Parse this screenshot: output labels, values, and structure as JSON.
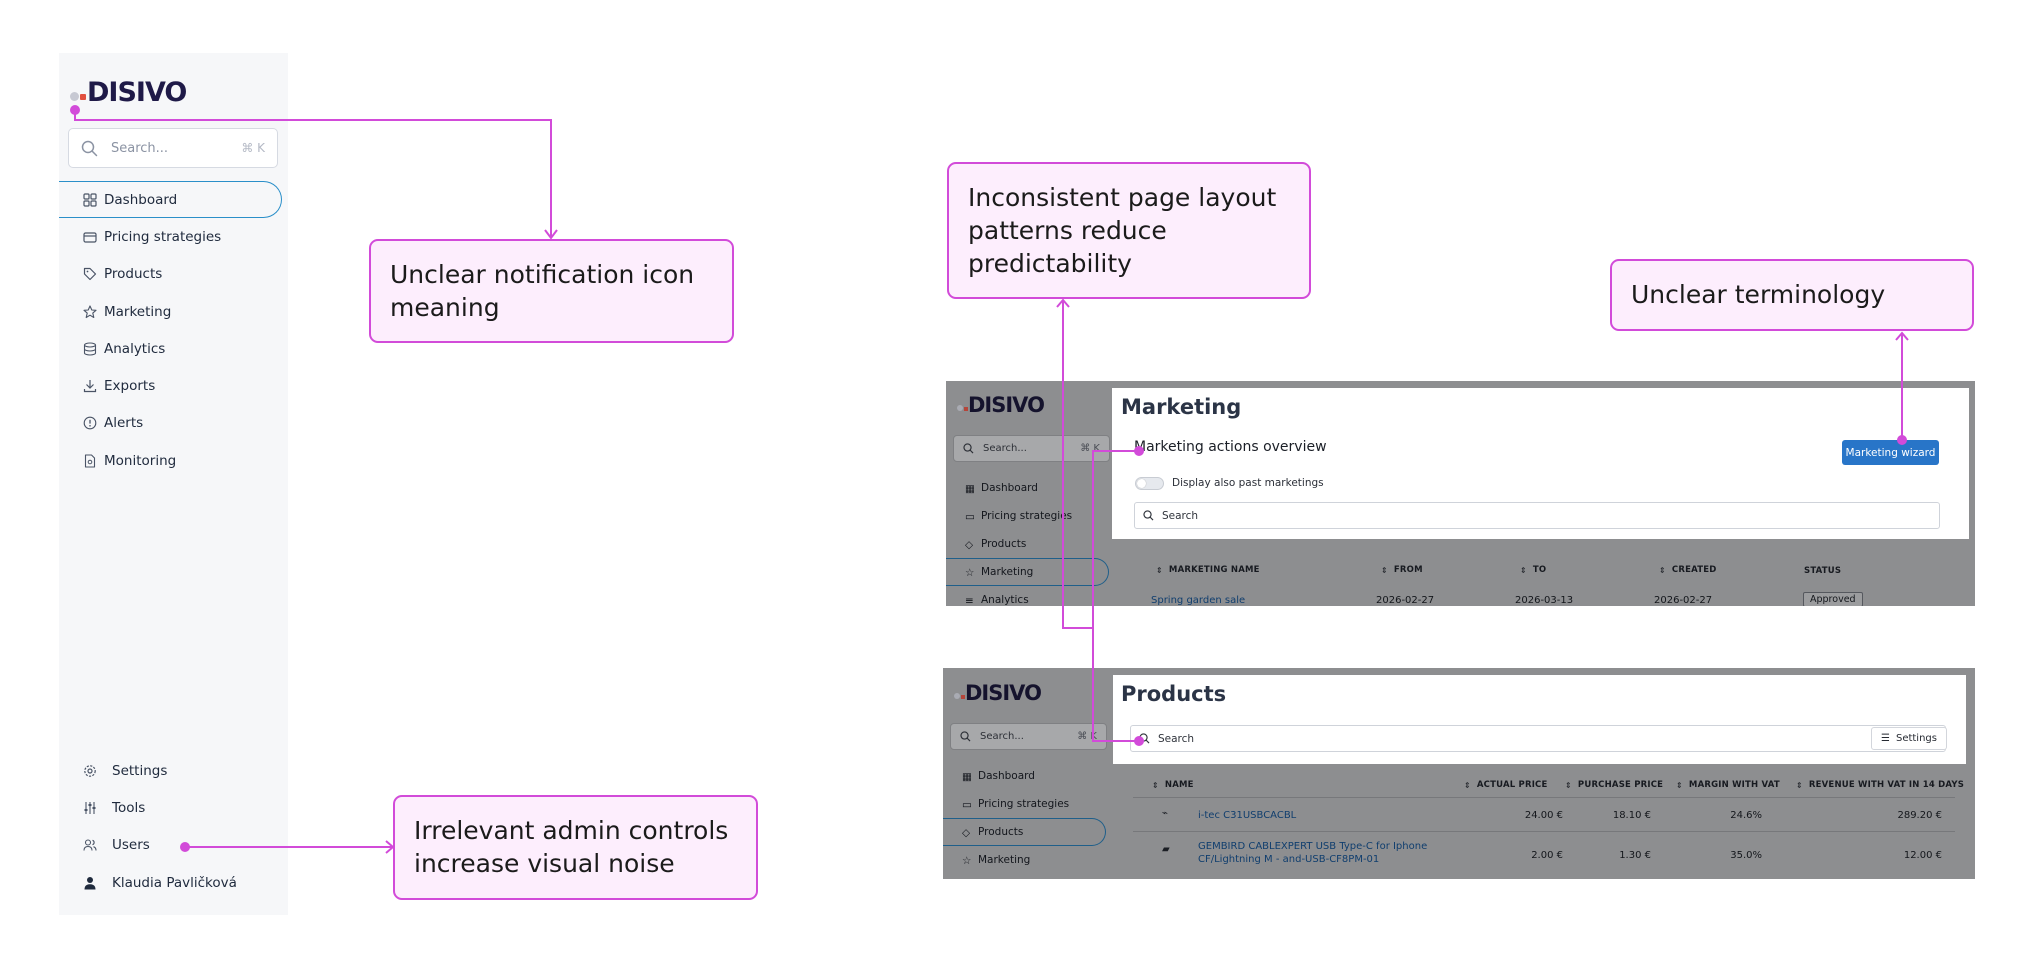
{
  "sidebar": {
    "logo_text": "DISIVO",
    "search_placeholder": "Search...",
    "search_shortcut": "⌘ K",
    "items": [
      {
        "label": "Dashboard",
        "icon": "grid-icon",
        "active": true
      },
      {
        "label": "Pricing strategies",
        "icon": "wallet-icon"
      },
      {
        "label": "Products",
        "icon": "tag-icon"
      },
      {
        "label": "Marketing",
        "icon": "star-icon"
      },
      {
        "label": "Analytics",
        "icon": "database-icon"
      },
      {
        "label": "Exports",
        "icon": "download-icon"
      },
      {
        "label": "Alerts",
        "icon": "alert-icon"
      },
      {
        "label": "Monitoring",
        "icon": "document-icon"
      }
    ],
    "bottom_items": [
      {
        "label": "Settings",
        "icon": "gear-icon"
      },
      {
        "label": "Tools",
        "icon": "sliders-icon"
      },
      {
        "label": "Users",
        "icon": "users-icon"
      },
      {
        "label": "Klaudia Pavličková",
        "icon": "user-icon"
      }
    ]
  },
  "callouts": {
    "notification": "Unclear notification icon meaning",
    "layout": "Inconsistent page layout patterns reduce predictability",
    "terminology": "Unclear terminology",
    "admin": "Irrelevant admin controls increase visual noise"
  },
  "marketing_panel": {
    "logo_text": "DISIVO",
    "search_placeholder": "Search...",
    "search_shortcut": "⌘ K",
    "nav": [
      "Dashboard",
      "Pricing strategies",
      "Products",
      "Marketing",
      "Analytics"
    ],
    "title": "Marketing",
    "subheading": "Marketing actions overview",
    "toggle_label": "Display also past marketings",
    "wizard_button": "Marketing wizard",
    "search_placeholder_inner": "Search",
    "columns": [
      "MARKETING NAME",
      "FROM",
      "TO",
      "CREATED",
      "STATUS"
    ],
    "row": {
      "name": "Spring garden sale",
      "from": "2026-02-27",
      "to": "2026-03-13",
      "created": "2026-02-27",
      "status": "Approved"
    }
  },
  "products_panel": {
    "logo_text": "DISIVO",
    "search_placeholder": "Search...",
    "search_shortcut": "⌘ K",
    "nav": [
      "Dashboard",
      "Pricing strategies",
      "Products",
      "Marketing"
    ],
    "title": "Products",
    "search_placeholder_inner": "Search",
    "settings_button": "Settings",
    "columns": [
      "NAME",
      "ACTUAL PRICE",
      "PURCHASE PRICE",
      "MARGIN WITH VAT",
      "REVENUE WITH VAT IN 14 DAYS"
    ],
    "rows": [
      {
        "name": "i-tec C31USBCACBL",
        "actual": "24.00 €",
        "purchase": "18.10 €",
        "margin": "24.6%",
        "revenue": "289.20 €"
      },
      {
        "name": "GEMBIRD CABLEXPERT USB Type-C for Iphone CF/Lightning M - and-USB-CF8PM-01",
        "actual": "2.00 €",
        "purchase": "1.30 €",
        "margin": "35.0%",
        "revenue": "12.00 €"
      }
    ]
  },
  "colors": {
    "accent": "#d24bd9",
    "callout_bg": "#fdeefd",
    "active_outline": "#2a8fc9",
    "button_blue": "#2875c8"
  }
}
